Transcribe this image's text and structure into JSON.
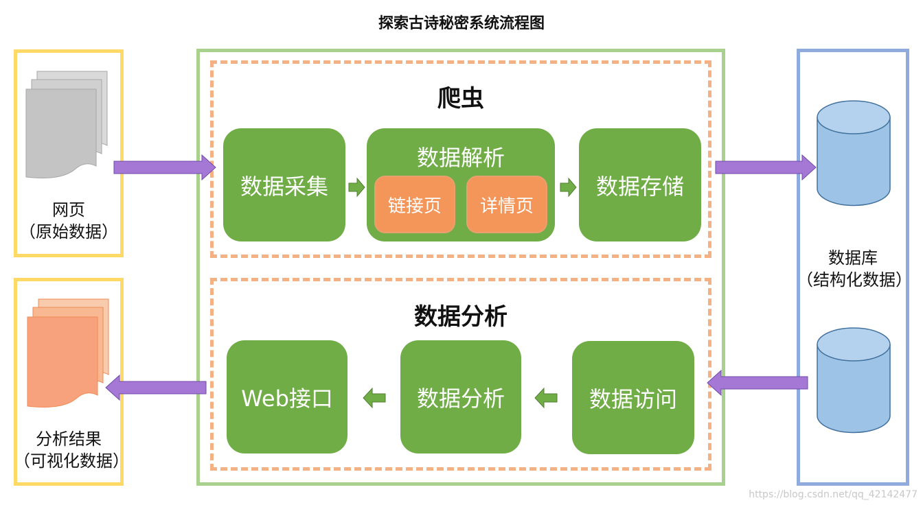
{
  "title": "探索古诗秘密系统流程图",
  "left_top": {
    "caption_line1": "网页",
    "caption_line2": "（原始数据）"
  },
  "left_bottom": {
    "caption_line1": "分析结果",
    "caption_line2": "（可视化数据）"
  },
  "right": {
    "caption_line1": "数据库",
    "caption_line2": "（结构化数据）"
  },
  "crawler": {
    "title": "爬虫",
    "collect": "数据采集",
    "parse": "数据解析",
    "link_page": "链接页",
    "detail_page": "详情页",
    "store": "数据存储"
  },
  "analysis": {
    "title": "数据分析",
    "web_api": "Web接口",
    "analyze": "数据分析",
    "access": "数据访问"
  },
  "watermark": "https://blog.csdn.net/qq_42142477",
  "colors": {
    "green_box": "#70ad47",
    "orange_box": "#f4965a",
    "yellow_frame": "#ffd966",
    "green_frame": "#a9d18e",
    "blue_frame": "#8faadc",
    "dashed_frame": "#f4b183",
    "arrow": "#a678d6",
    "database": "#9dc3e6",
    "document_gray": "#c8c8c8",
    "document_orange": "#f8a37a"
  }
}
